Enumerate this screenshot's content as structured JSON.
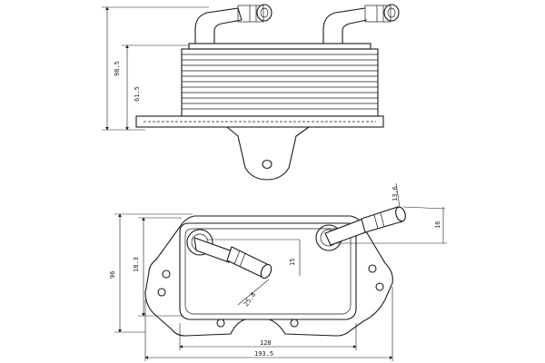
{
  "drawing": {
    "dimensions": {
      "side_total_height": "98.5",
      "side_stack_height": "61.5",
      "inlet_outlet_diameter_1": "13.6",
      "inlet_outlet_diameter_2": "16",
      "inner_height": "18.3",
      "body_height": "96",
      "diagonal_length": "25.8",
      "pipe_angle": "15",
      "inner_width": "128",
      "total_width": "193.5"
    },
    "line_color": "#1a1a1a"
  }
}
